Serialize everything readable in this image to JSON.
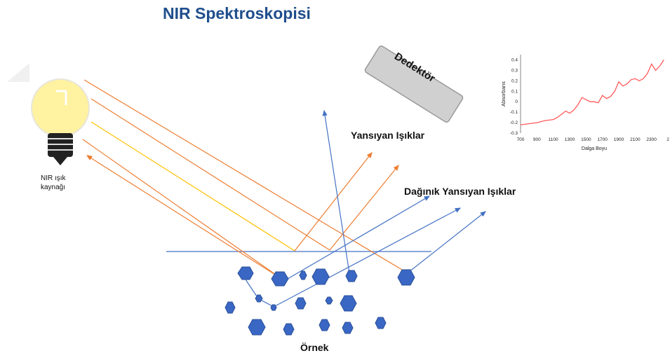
{
  "title": "NIR Spektroskopisi",
  "labels": {
    "detector": "Dedektör",
    "reflected": "Yansıyan Işıklar",
    "diffuse": "Dağınık Yansıyan Işıklar",
    "sample": "Örnek",
    "source_line1": "NIR ışık",
    "source_line2": "kaynağı"
  },
  "colors": {
    "title": "#1f4e8c",
    "ray_orange": "#ed7d31",
    "ray_yellow": "#ffc000",
    "ray_blue": "#4472c4",
    "particle": "#3a67c4",
    "bulb": "#fff2a0",
    "spectrum": "#ff5a5a"
  },
  "chart_data": {
    "type": "line",
    "ylabel": "Absorbans",
    "xlabel": "Dalga Boyu",
    "x_ticks": [
      "700",
      "900",
      "1100",
      "1300",
      "1500",
      "1700",
      "1900",
      "2100",
      "2300",
      "2"
    ],
    "y_ticks": [
      "0.4",
      "0.3",
      "0.2",
      "0.1",
      "0",
      "-0.1",
      "-0.2",
      "-0.3"
    ],
    "xlim": [
      700,
      2500
    ],
    "ylim": [
      -0.3,
      0.45
    ],
    "series": [
      {
        "x": [
          700,
          800,
          900,
          1000,
          1100,
          1150,
          1200,
          1250,
          1300,
          1350,
          1400,
          1450,
          1500,
          1550,
          1600,
          1650,
          1700,
          1750,
          1800,
          1850,
          1900,
          1950,
          2000,
          2050,
          2100,
          2150,
          2200,
          2250,
          2300,
          2350,
          2400,
          2450
        ],
        "values": [
          -0.22,
          -0.21,
          -0.2,
          -0.18,
          -0.17,
          -0.15,
          -0.12,
          -0.09,
          -0.11,
          -0.08,
          -0.03,
          0.04,
          0.02,
          0.0,
          0.0,
          -0.01,
          0.06,
          0.03,
          0.05,
          0.1,
          0.19,
          0.15,
          0.17,
          0.21,
          0.22,
          0.2,
          0.22,
          0.27,
          0.36,
          0.3,
          0.34,
          0.4
        ]
      }
    ]
  }
}
